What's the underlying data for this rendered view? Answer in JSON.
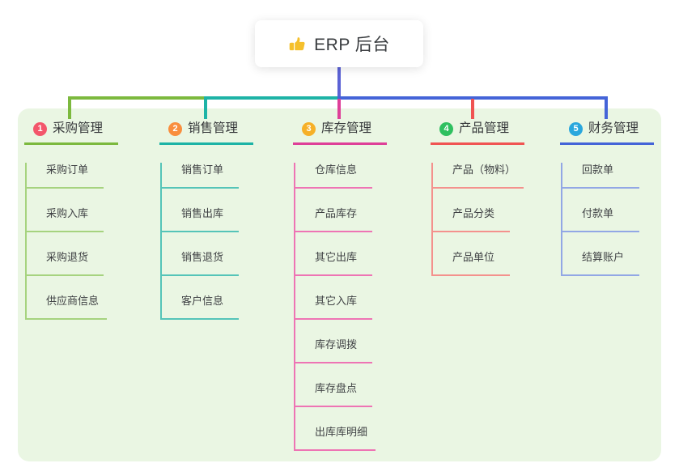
{
  "root": {
    "label": "ERP 后台",
    "icon": "thumbs-up-icon",
    "icon_color": "#f5c02c"
  },
  "colors": {
    "panel_bg": "#eaf6e3",
    "root_line": "#5b62d5",
    "text_dark": "#35373a"
  },
  "branches": [
    {
      "num": "1",
      "title": "采购管理",
      "badge_color": "#f3566b",
      "line_color": "#7cb93e",
      "child_line_color": "#a6d37f",
      "children": [
        "采购订单",
        "采购入库",
        "采购退货",
        "供应商信息"
      ]
    },
    {
      "num": "2",
      "title": "销售管理",
      "badge_color": "#f98e3d",
      "line_color": "#1db3a6",
      "child_line_color": "#55c4b8",
      "children": [
        "销售订单",
        "销售出库",
        "销售退货",
        "客户信息"
      ]
    },
    {
      "num": "3",
      "title": "库存管理",
      "badge_color": "#f6b028",
      "line_color": "#de3f98",
      "child_line_color": "#ee74b4",
      "children": [
        "仓库信息",
        "产品库存",
        "其它出库",
        "其它入库",
        "库存调拨",
        "库存盘点",
        "出库库明细"
      ]
    },
    {
      "num": "4",
      "title": "产品管理",
      "badge_color": "#2fc060",
      "line_color": "#f05452",
      "child_line_color": "#f4918d",
      "children": [
        "产品（物料）",
        "产品分类",
        "产品单位"
      ]
    },
    {
      "num": "5",
      "title": "财务管理",
      "badge_color": "#2aa7dd",
      "line_color": "#4464d8",
      "child_line_color": "#92a7e5",
      "children": [
        "回款单",
        "付款单",
        "结算账户"
      ]
    }
  ]
}
